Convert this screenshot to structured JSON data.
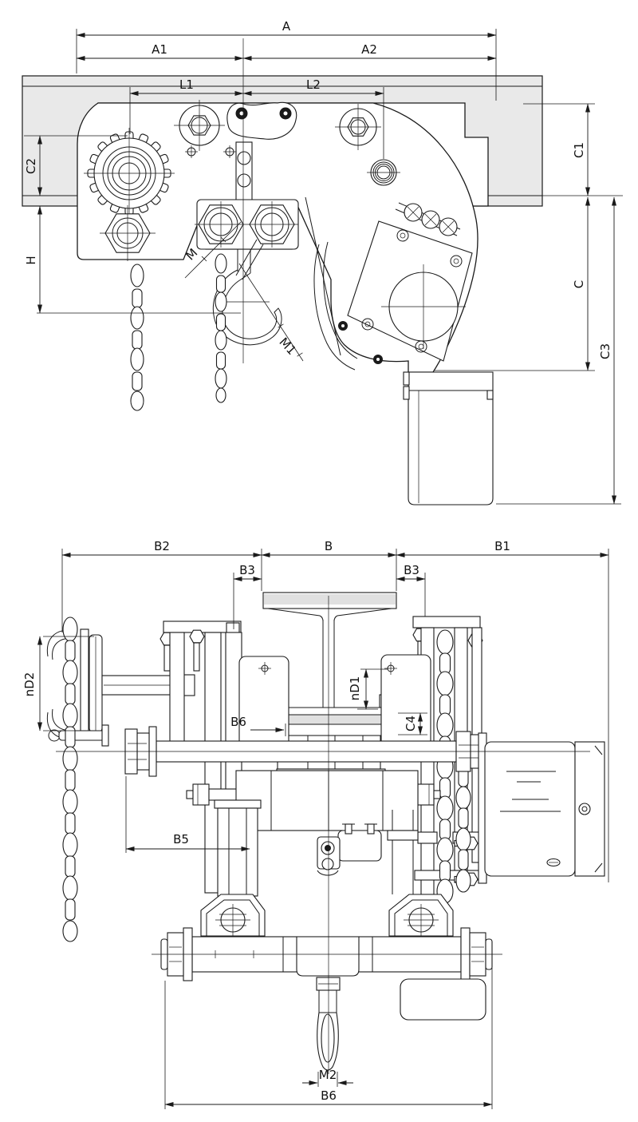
{
  "drawing": {
    "kind": "hoist-trolley-dimensional-drawing",
    "colors": {
      "line": "#1a1a1a",
      "beam_fill": "#e9e9e9",
      "flange_fill": "#e0e0e0",
      "background": "#ffffff"
    },
    "side": {
      "A": "A",
      "A1": "A1",
      "A2": "A2",
      "L1": "L1",
      "L2": "L2",
      "C1": "C1",
      "C2": "C2",
      "C3": "C3",
      "C": "C",
      "H": "H",
      "M": "M",
      "M1": "M1"
    },
    "front": {
      "B2": "B2",
      "B": "B",
      "B1": "B1",
      "B3_left": "B3",
      "B3_right": "B3",
      "nD2": "nD2",
      "nD1": "nD1",
      "C4": "C4",
      "B6_mid": "B6",
      "B5": "B5",
      "M2": "M2",
      "B6_bottom": "B6"
    }
  }
}
